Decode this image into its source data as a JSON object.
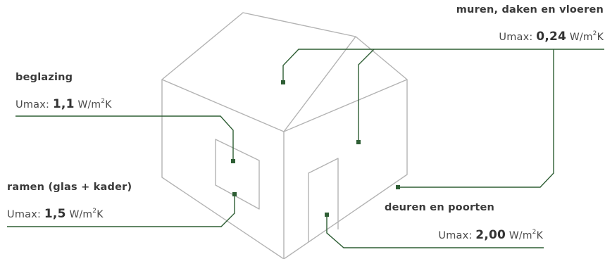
{
  "colors": {
    "house_outline": "#b3b3b3",
    "leader_line": "#2e5e34",
    "text": "#3a3a3a"
  },
  "labels": {
    "muren": {
      "title": "muren, daken en vloeren",
      "prefix": "Umax:",
      "value": "0,24",
      "unit_pre": "W/m",
      "unit_sup": "2",
      "unit_post": "K"
    },
    "beglazing": {
      "title": "beglazing",
      "prefix": "Umax:",
      "value": "1,1",
      "unit_pre": "W/m",
      "unit_sup": "2",
      "unit_post": "K"
    },
    "ramen": {
      "title": "ramen (glas + kader)",
      "prefix": "Umax:",
      "value": "1,5",
      "unit_pre": "W/m",
      "unit_sup": "2",
      "unit_post": "K"
    },
    "deuren": {
      "title": "deuren en poorten",
      "prefix": "Umax:",
      "value": "2,00",
      "unit_pre": "W/m",
      "unit_sup": "2",
      "unit_post": "K"
    }
  }
}
